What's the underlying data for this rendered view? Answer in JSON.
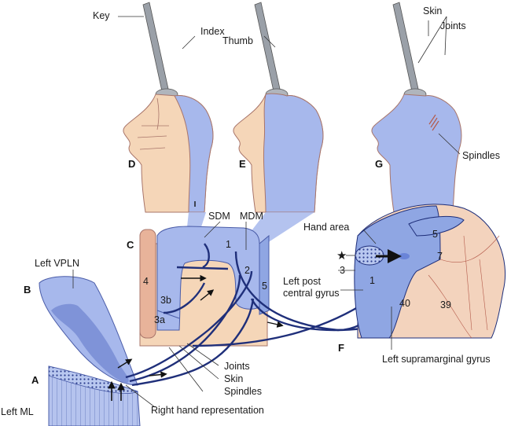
{
  "figure": {
    "panels": [
      "A",
      "B",
      "C",
      "D",
      "E",
      "F",
      "G"
    ],
    "colors": {
      "skin_tone": "#f5d6b8",
      "skin_outline": "#a8756a",
      "receptive_blue": "#a7b8ec",
      "cortex_blue": "#8fa6e3",
      "pathway_navy": "#1f2f7a",
      "thalamus_blue": "#8ea2e0",
      "area4_salmon": "#e8b39a",
      "brain_tan": "#f3d3bd",
      "brain_vessel": "#b45a4a"
    },
    "panel_d": {
      "label_key": "Key",
      "label_index": "Index"
    },
    "panel_e": {
      "label_thumb": "Thumb"
    },
    "panel_g": {
      "label_skin": "Skin",
      "label_joints": "Joints",
      "label_spindles": "Spindles"
    },
    "panel_c": {
      "label_sdm": "SDM",
      "label_mdm": "MDM",
      "areas": {
        "a1": "1",
        "a2": "2",
        "a3a": "3a",
        "a3b": "3b",
        "a4": "4",
        "a5": "5"
      },
      "legend_joints": "Joints",
      "legend_skin": "Skin",
      "legend_spindles": "Spindles",
      "label_right_hand": "Right hand representation"
    },
    "panel_b": {
      "label": "Left VPLN"
    },
    "panel_a": {
      "label": "Left ML"
    },
    "panel_f": {
      "label_hand_area": "Hand area",
      "label_star": "★",
      "label_3": "3",
      "areas": {
        "a1": "1",
        "a5": "5",
        "a7": "7",
        "a40": "40",
        "a39": "39"
      },
      "label_post_central_1": "Left post",
      "label_post_central_2": "central gyrus",
      "label_supramarginal": "Left supramarginal gyrus"
    }
  }
}
